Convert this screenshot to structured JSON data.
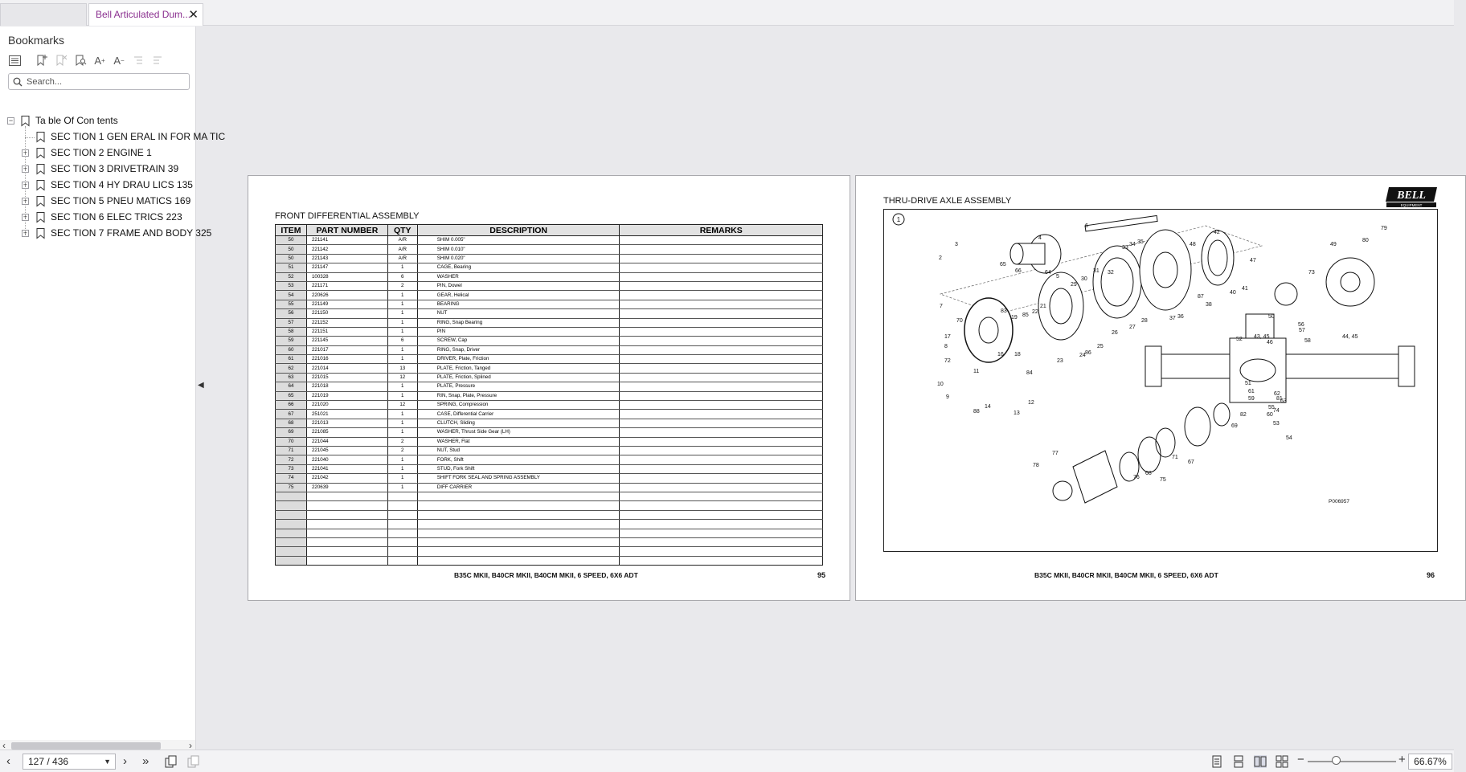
{
  "tabs": [
    {
      "label": ""
    },
    {
      "label": "Bell Articulated Dum...",
      "close": "✕"
    }
  ],
  "sidebar": {
    "title": "Bookmarks",
    "search_placeholder": "Search...",
    "tree": [
      {
        "label": "Ta ble Of Con tents",
        "level": 0,
        "expander": "−"
      },
      {
        "label": "SEC TION 1 GEN ERAL IN FOR MA TIC",
        "level": 1,
        "expander": ""
      },
      {
        "label": "SEC TION 2 ENGINE 1",
        "level": 1,
        "expander": "+"
      },
      {
        "label": "SEC TION 3 DRIVETRAIN 39",
        "level": 1,
        "expander": "+"
      },
      {
        "label": "SEC TION 4 HY DRAU LICS 135",
        "level": 1,
        "expander": "+"
      },
      {
        "label": "SEC TION 5 PNEU MATICS 169",
        "level": 1,
        "expander": "+"
      },
      {
        "label": "SEC TION 6 ELEC TRICS 223",
        "level": 1,
        "expander": "+"
      },
      {
        "label": "SEC TION 7 FRAME AND BODY 325",
        "level": 1,
        "expander": "+"
      }
    ]
  },
  "page95": {
    "title": "FRONT DIFFERENTIAL ASSEMBLY",
    "headers": [
      "ITEM",
      "PART NUMBER",
      "QTY",
      "DESCRIPTION",
      "REMARKS"
    ],
    "rows": [
      [
        "50",
        "221141",
        "A/R",
        "SHIM 0.005\"",
        ""
      ],
      [
        "50",
        "221142",
        "A/R",
        "SHIM 0.010\"",
        ""
      ],
      [
        "50",
        "221143",
        "A/R",
        "SHIM 0.020\"",
        ""
      ],
      [
        "51",
        "221147",
        "1",
        "CAGE, Bearing",
        ""
      ],
      [
        "52",
        "100328",
        "6",
        "WASHER",
        ""
      ],
      [
        "53",
        "221171",
        "2",
        "PIN, Dowel",
        ""
      ],
      [
        "54",
        "220626",
        "1",
        "GEAR, Helical",
        ""
      ],
      [
        "55",
        "221149",
        "1",
        "BEARING",
        ""
      ],
      [
        "56",
        "221150",
        "1",
        "NUT",
        ""
      ],
      [
        "57",
        "221152",
        "1",
        "RING, Snap Bearing",
        ""
      ],
      [
        "58",
        "221151",
        "1",
        "PIN",
        ""
      ],
      [
        "59",
        "221145",
        "6",
        "SCREW, Cap",
        ""
      ],
      [
        "60",
        "221017",
        "1",
        "RING, Snap, Driver",
        ""
      ],
      [
        "61",
        "221016",
        "1",
        "DRIVER, Plate, Friction",
        ""
      ],
      [
        "62",
        "221014",
        "13",
        "PLATE, Friction, Tanged",
        ""
      ],
      [
        "63",
        "221015",
        "12",
        "PLATE, Friction, Splined",
        ""
      ],
      [
        "64",
        "221018",
        "1",
        "PLATE, Pressure",
        ""
      ],
      [
        "65",
        "221019",
        "1",
        "RIN, Snap, Plate, Pressure",
        ""
      ],
      [
        "66",
        "221020",
        "12",
        "SPRING, Compression",
        ""
      ],
      [
        "67",
        "251021",
        "1",
        "CASE, Differential Carrier",
        ""
      ],
      [
        "68",
        "221013",
        "1",
        "CLUTCH, Sliding",
        ""
      ],
      [
        "69",
        "221085",
        "1",
        "WASHER, Thrust Side Gear (LH)",
        ""
      ],
      [
        "70",
        "221044",
        "2",
        "WASHER, Flat",
        ""
      ],
      [
        "71",
        "221045",
        "2",
        "NUT, Stud",
        ""
      ],
      [
        "72",
        "221040",
        "1",
        "FORK, Shift",
        ""
      ],
      [
        "73",
        "221041",
        "1",
        "STUD, Fork Shift",
        ""
      ],
      [
        "74",
        "221042",
        "1",
        "SHIFT FORK SEAL AND SPRING ASSEMBLY",
        ""
      ],
      [
        "75",
        "220639",
        "1",
        "DIFF CARRIER",
        ""
      ],
      [
        "",
        "",
        "",
        "",
        ""
      ],
      [
        "",
        "",
        "",
        "",
        ""
      ],
      [
        "",
        "",
        "",
        "",
        ""
      ],
      [
        "",
        "",
        "",
        "",
        ""
      ],
      [
        "",
        "",
        "",
        "",
        ""
      ],
      [
        "",
        "",
        "",
        "",
        ""
      ],
      [
        "",
        "",
        "",
        "",
        ""
      ],
      [
        "",
        "",
        "",
        "",
        ""
      ]
    ],
    "footer": "B35C MKII, B40CR MKII, B40CM MKII, 6 SPEED, 6X6 ADT",
    "page_number": "95"
  },
  "page96": {
    "title": "THRU-DRIVE  AXLE ASSEMBLY",
    "logo_text": "BELL",
    "logo_sub": "EQUIPMENT",
    "figure_number": "1",
    "figure_ref": "P006957",
    "callouts": [
      "2",
      "3",
      "4",
      "6",
      "33",
      "34",
      "35",
      "42",
      "48",
      "47",
      "41",
      "40",
      "87",
      "38",
      "36",
      "37",
      "28",
      "27",
      "26",
      "25",
      "24",
      "23",
      "21",
      "22",
      "85",
      "19",
      "83",
      "70",
      "17",
      "8",
      "7",
      "72",
      "10",
      "9",
      "11",
      "12",
      "13",
      "14",
      "88",
      "16",
      "18",
      "84",
      "86",
      "65",
      "66",
      "64",
      "5",
      "29",
      "30",
      "31",
      "32",
      "49",
      "79",
      "80",
      "73",
      "43, 45",
      "44, 45",
      "52",
      "50",
      "56",
      "57",
      "58",
      "46",
      "51",
      "61",
      "59",
      "62",
      "81",
      "63",
      "74",
      "60",
      "55",
      "53",
      "82",
      "54",
      "69",
      "67",
      "71",
      "75",
      "68",
      "76",
      "77",
      "78"
    ],
    "footer": "B35C MKII, B40CR MKII, B40CM MKII, 6 SPEED, 6X6 ADT",
    "page_number": "96"
  },
  "statusbar": {
    "page_indicator": "127 / 436",
    "zoom": "66.67%"
  }
}
